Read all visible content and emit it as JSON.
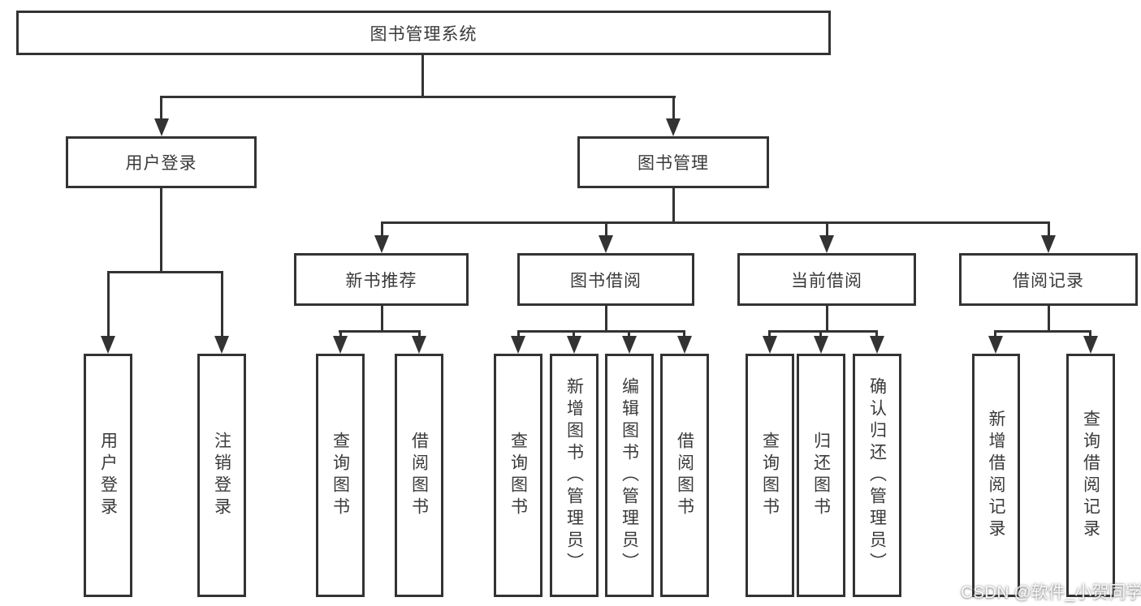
{
  "diagram": {
    "root": {
      "label": "图书管理系统"
    },
    "level2": [
      {
        "label": "用户登录"
      },
      {
        "label": "图书管理"
      }
    ],
    "level3": [
      {
        "label": "新书推荐"
      },
      {
        "label": "图书借阅"
      },
      {
        "label": "当前借阅"
      },
      {
        "label": "借阅记录"
      }
    ],
    "leaves": {
      "user_login": [
        "用户登录",
        "注销登录"
      ],
      "new_book": [
        "查询图书",
        "借阅图书"
      ],
      "book_borrow": [
        "查询图书",
        "新增图书（管理员）",
        "编辑图书（管理员）",
        "借阅图书"
      ],
      "current_borrow": [
        "查询图书",
        "归还图书",
        "确认归还（管理员）"
      ],
      "borrow_record": [
        "新增借阅记录",
        "查询借阅记录"
      ]
    }
  },
  "watermark": {
    "label": "CSDN @软件_小贺同学"
  },
  "colors": {
    "line": "#333333",
    "text": "#3a3a3a",
    "background": "#ffffff"
  }
}
